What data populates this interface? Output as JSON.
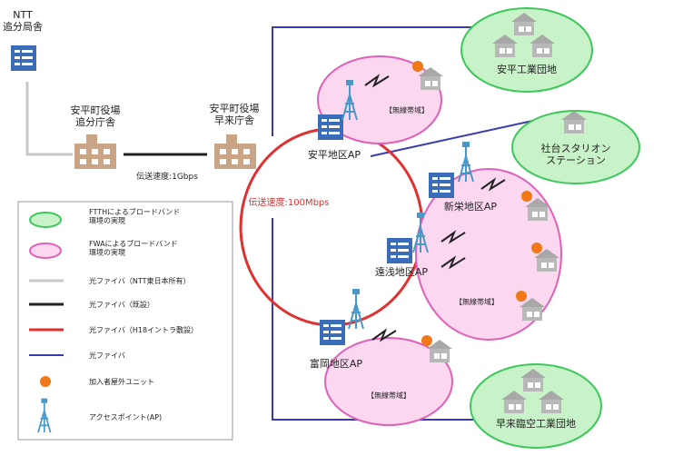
{
  "nodes": {
    "ntt_office": "NTT\n追分局舎",
    "town_branch": "安平町役場\n追分庁舎",
    "town_hayakita": "安平町役場\n早来庁舎",
    "link_speed_1g": "伝送速度:1Gbps",
    "ring_speed": "伝送速度:100Mbps",
    "ap_abira": "安平地区AP",
    "ap_shinei": "新栄地区AP",
    "ap_toasa": "遠浅地区AP",
    "ap_tomioka": "富岡地区AP",
    "wireless_zone": "【無線帯域】",
    "abira_industrial": "安平工業団地",
    "shadai_station": "社台スタリオン\nステーション",
    "hayakita_industrial": "早来臨空工業団地"
  },
  "legend": {
    "ftth": "FTTHによるブロードバンド\n環境の実現",
    "fwa": "FWAによるブロードバンド\n環境の実現",
    "fiber_ntt": "光ファイバ（NTT東日本所有）",
    "fiber_existing": "光ファイバ（既設）",
    "fiber_h18": "光ファイバ（H18イントラ敷設）",
    "fiber": "光ファイバ",
    "subscriber_unit": "加入者屋外ユニット",
    "access_point": "アクセスポイント(AP)"
  },
  "colors": {
    "ntt_fiber": "#c8c8c8",
    "existing_fiber": "#222222",
    "intra_fiber": "#e03030",
    "fiber": "#3a3ab0",
    "ftth_fill": "#c8f2c8",
    "ftth_stroke": "#3cc85a",
    "fwa_fill": "#fbd7f0",
    "fwa_stroke": "#e060b8",
    "subscriber": "#f07818",
    "server": "#3a6cb8",
    "building": "#c9a585",
    "house": "#a8a8a8",
    "antenna": "#4a98c8"
  }
}
